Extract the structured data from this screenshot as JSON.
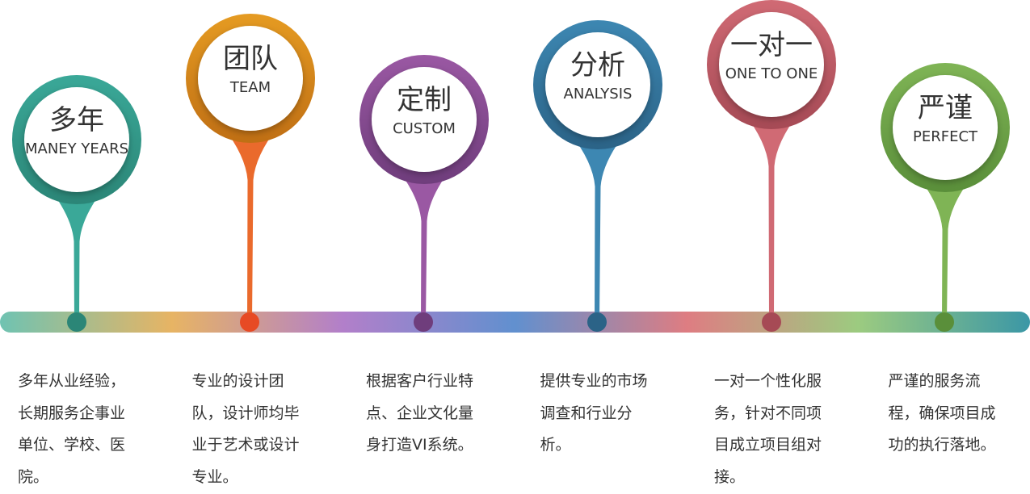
{
  "bar_colors": [
    "#6fc3b2",
    "#e7b464",
    "#b27fca",
    "#6190cf",
    "#de7d82",
    "#9ccb80",
    "#3b97a6"
  ],
  "milestones": [
    {
      "title_zh": "多年",
      "title_en": "MANEY YEARS",
      "color": "#3aa898",
      "dark": "#2b8677",
      "description": "多年从业经验，长期服务企事业单位、学校、医院。"
    },
    {
      "title_zh": "团队",
      "title_en": "TEAM",
      "color": "#e59b22",
      "dark": "#c06f14",
      "stem": "#ea6a2c",
      "dot": "#e74a24",
      "description": "专业的设计团队，设计师均毕业于艺术或设计专业。"
    },
    {
      "title_zh": "定制",
      "title_en": "CUSTOM",
      "color": "#9a58a3",
      "dark": "#6f3d7c",
      "description": "根据客户行业特点、企业文化量身打造VI系统。"
    },
    {
      "title_zh": "分析",
      "title_en": "ANALYSIS",
      "color": "#3d87b2",
      "dark": "#2b6387",
      "description": "提供专业的市场调查和行业分析。"
    },
    {
      "title_zh": "一对一",
      "title_en": "ONE TO ONE",
      "color": "#d06a74",
      "dark": "#a64a55",
      "description": "一对一个性化服务，针对不同项目成立项目组对接。"
    },
    {
      "title_zh": "严谨",
      "title_en": "PERFECT",
      "color": "#7fb455",
      "dark": "#5a8f3a",
      "description": "严谨的服务流程，确保项目成功的执行落地。"
    }
  ]
}
